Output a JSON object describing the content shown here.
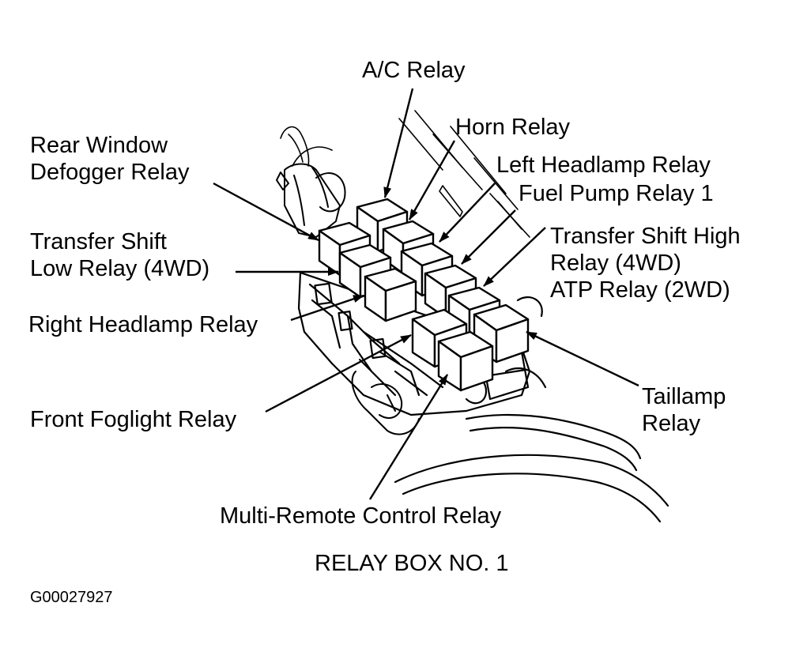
{
  "labels": {
    "ac_relay": [
      "A/C Relay"
    ],
    "horn_relay": [
      "Horn Relay"
    ],
    "left_headlamp_relay": [
      "Left Headlamp Relay"
    ],
    "fuel_pump_relay_1": [
      "Fuel Pump Relay 1"
    ],
    "transfer_shift_high_relay": [
      "Transfer Shift High",
      "Relay (4WD)",
      "ATP Relay (2WD)"
    ],
    "rear_window_defogger_relay": [
      "Rear Window",
      "Defogger Relay"
    ],
    "transfer_shift_low_relay": [
      "Transfer Shift",
      "Low Relay (4WD)"
    ],
    "right_headlamp_relay": [
      "Right Headlamp Relay"
    ],
    "front_foglight_relay": [
      "Front Foglight Relay"
    ],
    "taillamp_relay": [
      "Taillamp",
      "Relay"
    ],
    "multi_remote_control_relay": [
      "Multi-Remote Control Relay"
    ]
  },
  "caption": "RELAY BOX NO. 1",
  "figure_id": "G00027927",
  "colors": {
    "ink": "#000000",
    "paper": "#ffffff"
  }
}
